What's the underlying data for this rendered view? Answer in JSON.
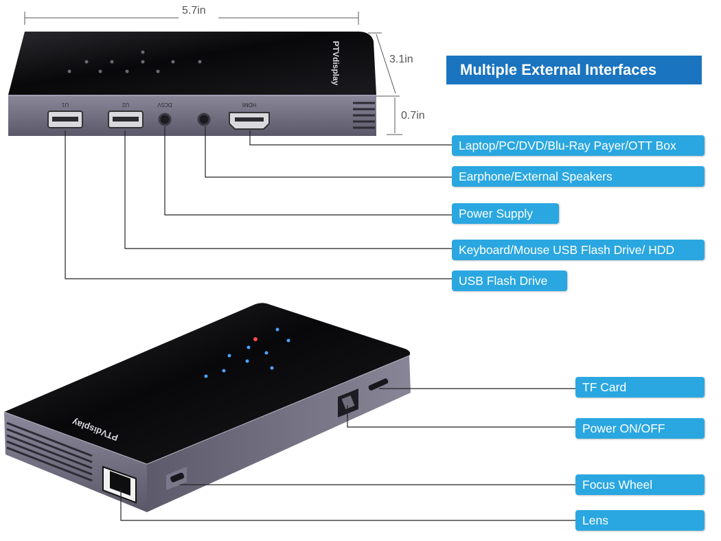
{
  "banner": "Multiple External Interfaces",
  "dimensions": {
    "width": "5.7in",
    "depth": "3.1in",
    "height": "0.7in"
  },
  "brand": "PTVdisplay",
  "port_marks": {
    "usb1": "U1",
    "usb2": "U2",
    "dc": "DC5V",
    "hdmi": "HDMI"
  },
  "callouts_top": [
    "Laptop/PC/DVD/Blu-Ray Payer/OTT Box",
    "Earphone/External Speakers",
    "Power Supply",
    "Keyboard/Mouse USB Flash Drive/ HDD",
    "USB Flash Drive"
  ],
  "callouts_bottom": [
    "TF Card",
    "Power ON/OFF",
    "Focus Wheel",
    "Lens"
  ],
  "colors": {
    "callout": "#2aa7e0",
    "banner": "#1a74c0",
    "device_top": "#0b0b0d",
    "device_side": "#6c6a7a"
  }
}
